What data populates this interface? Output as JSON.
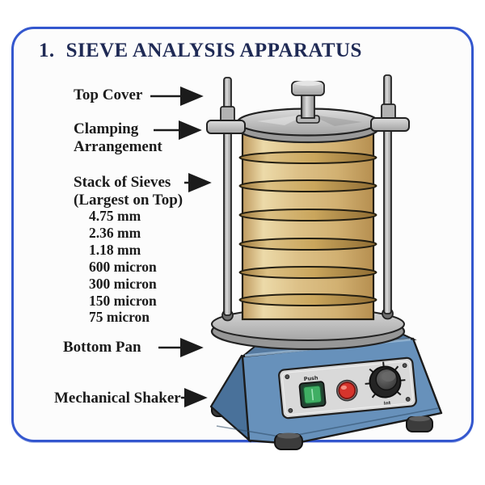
{
  "frame": {
    "border_color": "#3457ce",
    "background": "#fcfcfc"
  },
  "title": {
    "number": "1.",
    "text": "SIEVE ANALYSIS APPARATUS",
    "color": "#1f2a55"
  },
  "labels": {
    "top_cover": "Top Cover",
    "clamping_line1": "Clamping",
    "clamping_line2": "Arrangement",
    "stack_line1": "Stack of Sieves",
    "stack_line2": "(Largest on Top)",
    "sieve_sizes": [
      "4.75 mm",
      "2.36 mm",
      "1.18 mm",
      "600 micron",
      "300 micron",
      "150 micron",
      "75 micron"
    ],
    "bottom_pan": "Bottom Pan",
    "mechanical_shaker": "Mechanical Shaker"
  },
  "apparatus": {
    "panel": {
      "power_label": "Push",
      "knob_label": "Int"
    },
    "colors": {
      "sieve_brass": "#d9bc85",
      "ring_brass": "#c9a55c",
      "base_blue": "#6791bb",
      "base_blue_dark": "#49719a",
      "metal_gray": "#c4c4c4",
      "panel_gray": "#d9d9d9",
      "button_green": "#3fae63",
      "button_red": "#d6342c",
      "arrow_black": "#1b1b1b"
    }
  }
}
